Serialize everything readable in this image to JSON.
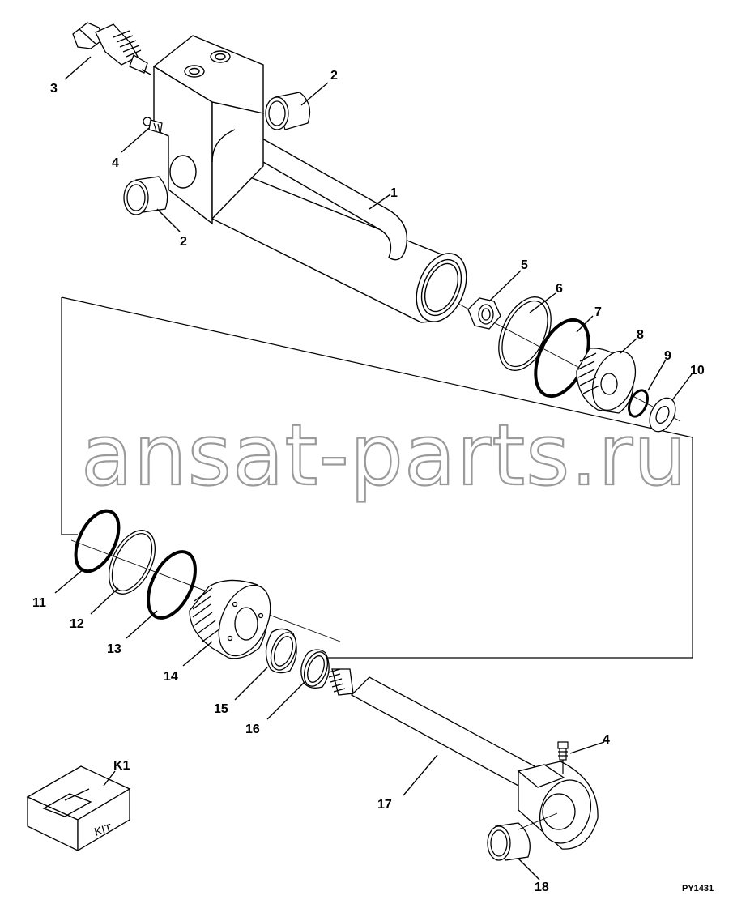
{
  "diagram": {
    "drawing_id": "PY1431",
    "watermark": "ansat-parts.ru",
    "kit": {
      "callout": "K1",
      "box_text": "KIT"
    },
    "callouts": [
      {
        "id": "c3",
        "label": "3"
      },
      {
        "id": "c2a",
        "label": "2"
      },
      {
        "id": "c4a",
        "label": "4"
      },
      {
        "id": "c2b",
        "label": "2"
      },
      {
        "id": "c1",
        "label": "1"
      },
      {
        "id": "c5",
        "label": "5"
      },
      {
        "id": "c6",
        "label": "6"
      },
      {
        "id": "c7",
        "label": "7"
      },
      {
        "id": "c8",
        "label": "8"
      },
      {
        "id": "c9",
        "label": "9"
      },
      {
        "id": "c10",
        "label": "10"
      },
      {
        "id": "c11",
        "label": "11"
      },
      {
        "id": "c12",
        "label": "12"
      },
      {
        "id": "c13",
        "label": "13"
      },
      {
        "id": "c14",
        "label": "14"
      },
      {
        "id": "c15",
        "label": "15"
      },
      {
        "id": "c16",
        "label": "16"
      },
      {
        "id": "c4b",
        "label": "4"
      },
      {
        "id": "c17",
        "label": "17"
      },
      {
        "id": "c18",
        "label": "18"
      }
    ]
  }
}
